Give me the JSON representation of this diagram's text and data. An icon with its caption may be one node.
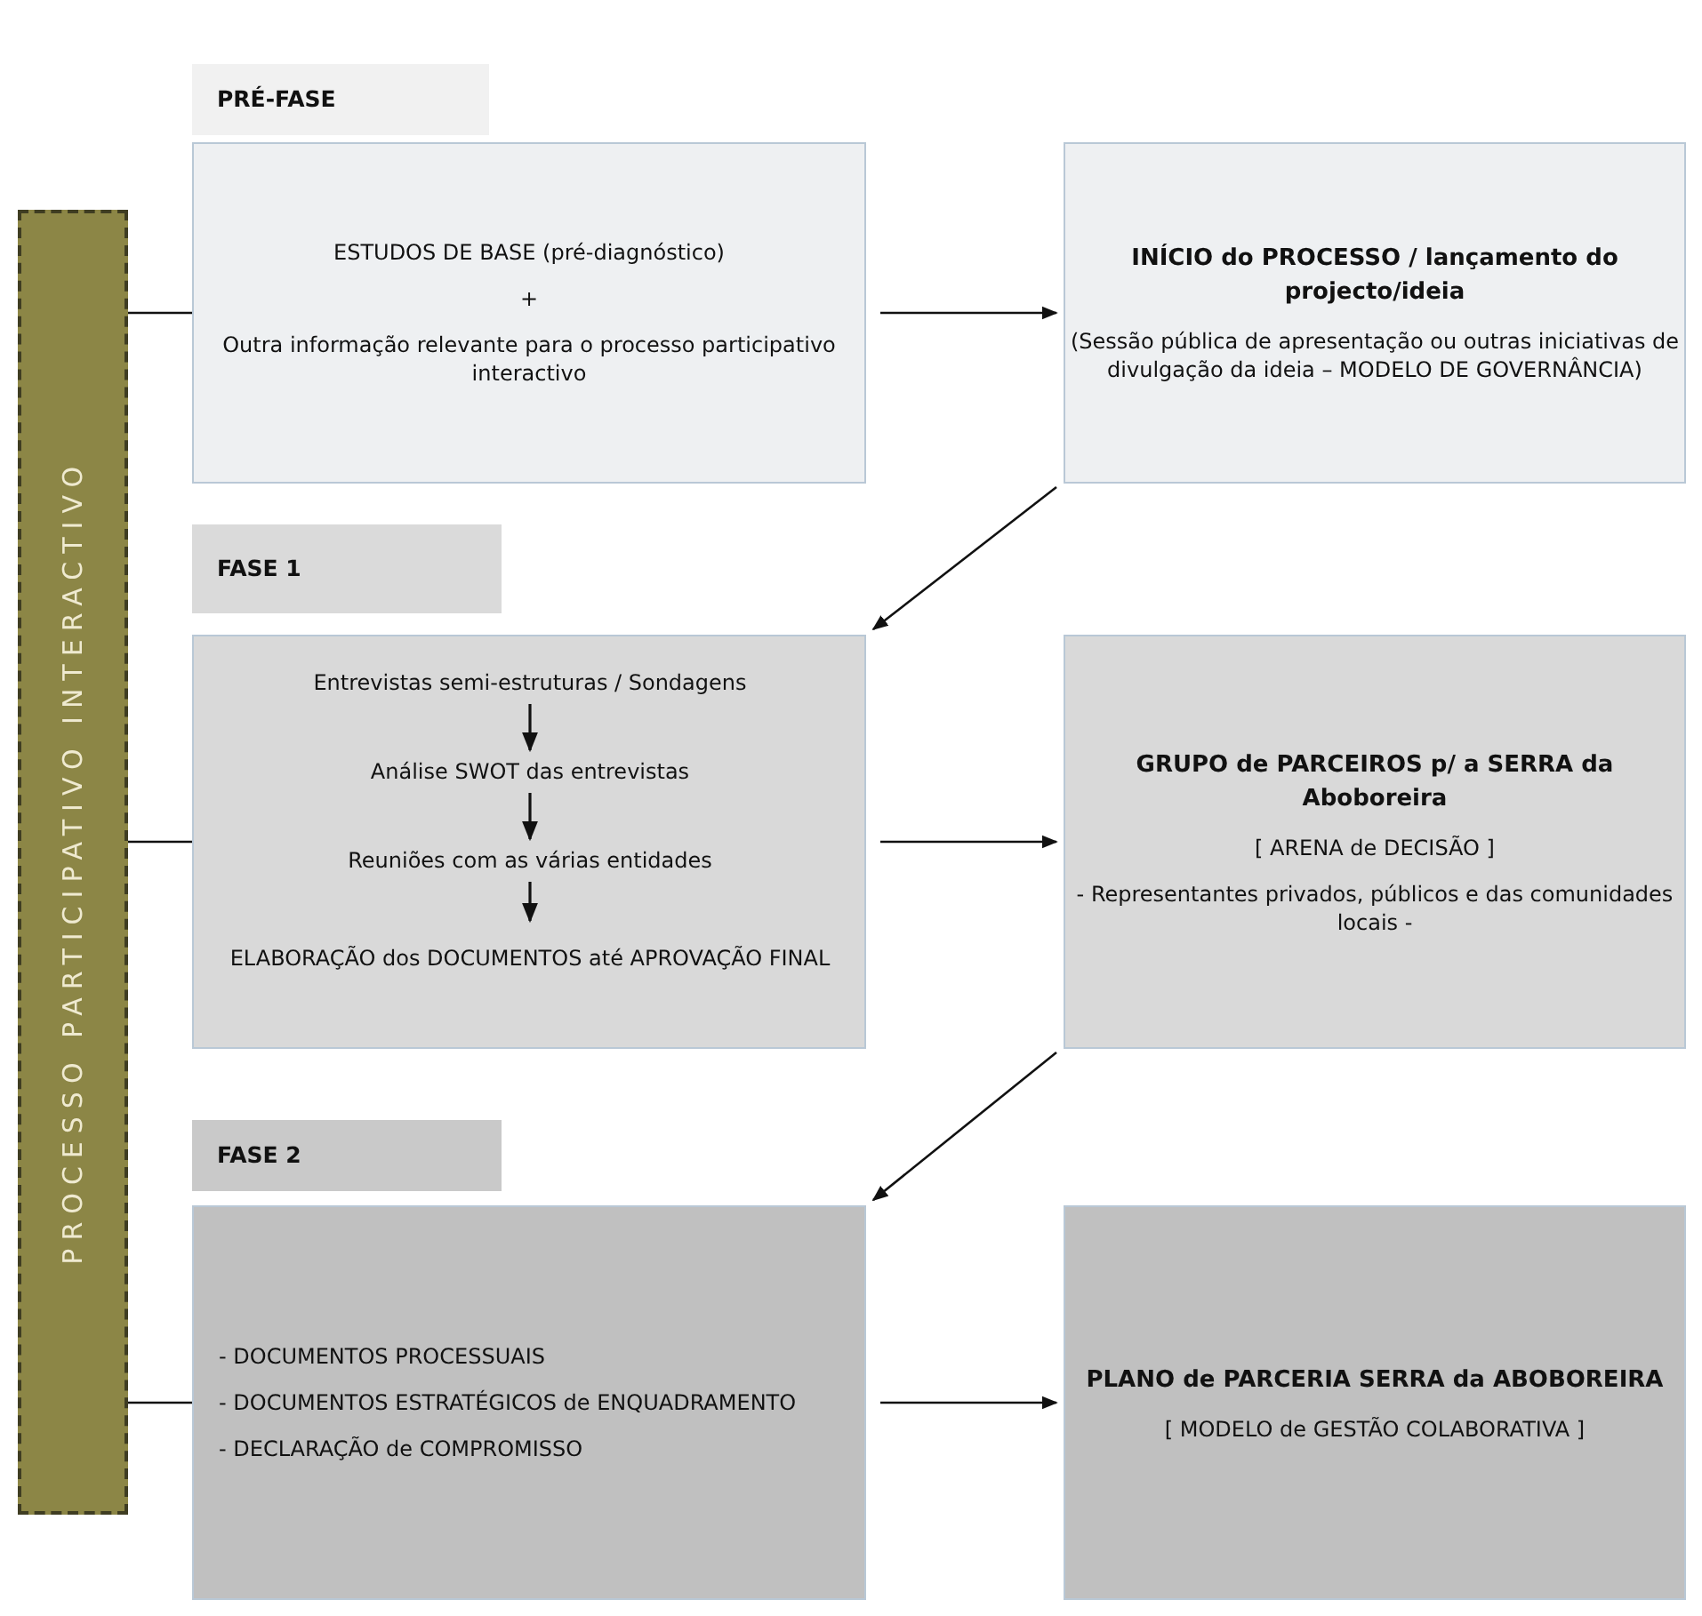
{
  "diagram": {
    "nodes": [
      {
        "text": [
          "PROCESSO PARTICIPATIVO INTERACTIVO"
        ]
      },
      {
        "text": [
          "PRÉ-FASE"
        ]
      },
      {
        "text": [
          "ESTUDOS DE BASE (pré-diagnóstico)",
          "+",
          "Outra informação relevante para o processo participativo interactivo"
        ]
      },
      {
        "text": [
          "INÍCIO do PROCESSO / lançamento do projecto/ideia",
          "(Sessão pública de apresentação ou outras iniciativas de divulgação da ideia – MODELO DE GOVERNÂNCIA)"
        ]
      },
      {
        "text": [
          "FASE 1"
        ]
      },
      {
        "text": [],
        "shape": "box"
      },
      {
        "text": [
          "Entrevistas semi-estruturas / Sondagens"
        ],
        "in": 5
      },
      {
        "text": [
          "Análise SWOT das entrevistas"
        ],
        "in": 5
      },
      {
        "text": [
          "Reuniões com as várias entidades"
        ],
        "in": 5
      },
      {
        "text": [
          "ELABORAÇÃO dos DOCUMENTOS até APROVAÇÃO FINAL"
        ],
        "in": 5
      },
      {
        "text": [
          "GRUPO de PARCEIROS p/ a SERRA da Aboboreira",
          "[ ARENA de DECISÃO ]",
          "- Representantes privados, públicos e das comunidades locais -"
        ]
      },
      {
        "text": [
          "FASE 2"
        ]
      },
      {
        "text": [
          "- DOCUMENTOS PROCESSUAIS",
          "- DOCUMENTOS ESTRATÉGICOS de ENQUADRAMENTO",
          "- DECLARAÇÃO de COMPROMISSO"
        ]
      },
      {
        "text": [
          "PLANO de PARCERIA SERRA da ABOBOREIRA",
          "[ MODELO de GESTÃO COLABORATIVA ]"
        ]
      }
    ],
    "edges": [
      {
        "from": 0,
        "to": 2,
        "arrow": "none"
      },
      {
        "from": 0,
        "to": 5,
        "arrow": "none"
      },
      {
        "from": 0,
        "to": 12,
        "arrow": "none"
      },
      {
        "from": 2,
        "to": 3,
        "arrow": "to"
      },
      {
        "from": 3,
        "to": 5,
        "arrow": "to"
      },
      {
        "from": 6,
        "to": 7,
        "arrow": "to"
      },
      {
        "from": 7,
        "to": 8,
        "arrow": "to"
      },
      {
        "from": 8,
        "to": 9,
        "arrow": "to"
      },
      {
        "from": 5,
        "to": 10,
        "arrow": "to"
      },
      {
        "from": 10,
        "to": 12,
        "arrow": "to"
      },
      {
        "from": 12,
        "to": 13,
        "arrow": "to"
      }
    ]
  }
}
